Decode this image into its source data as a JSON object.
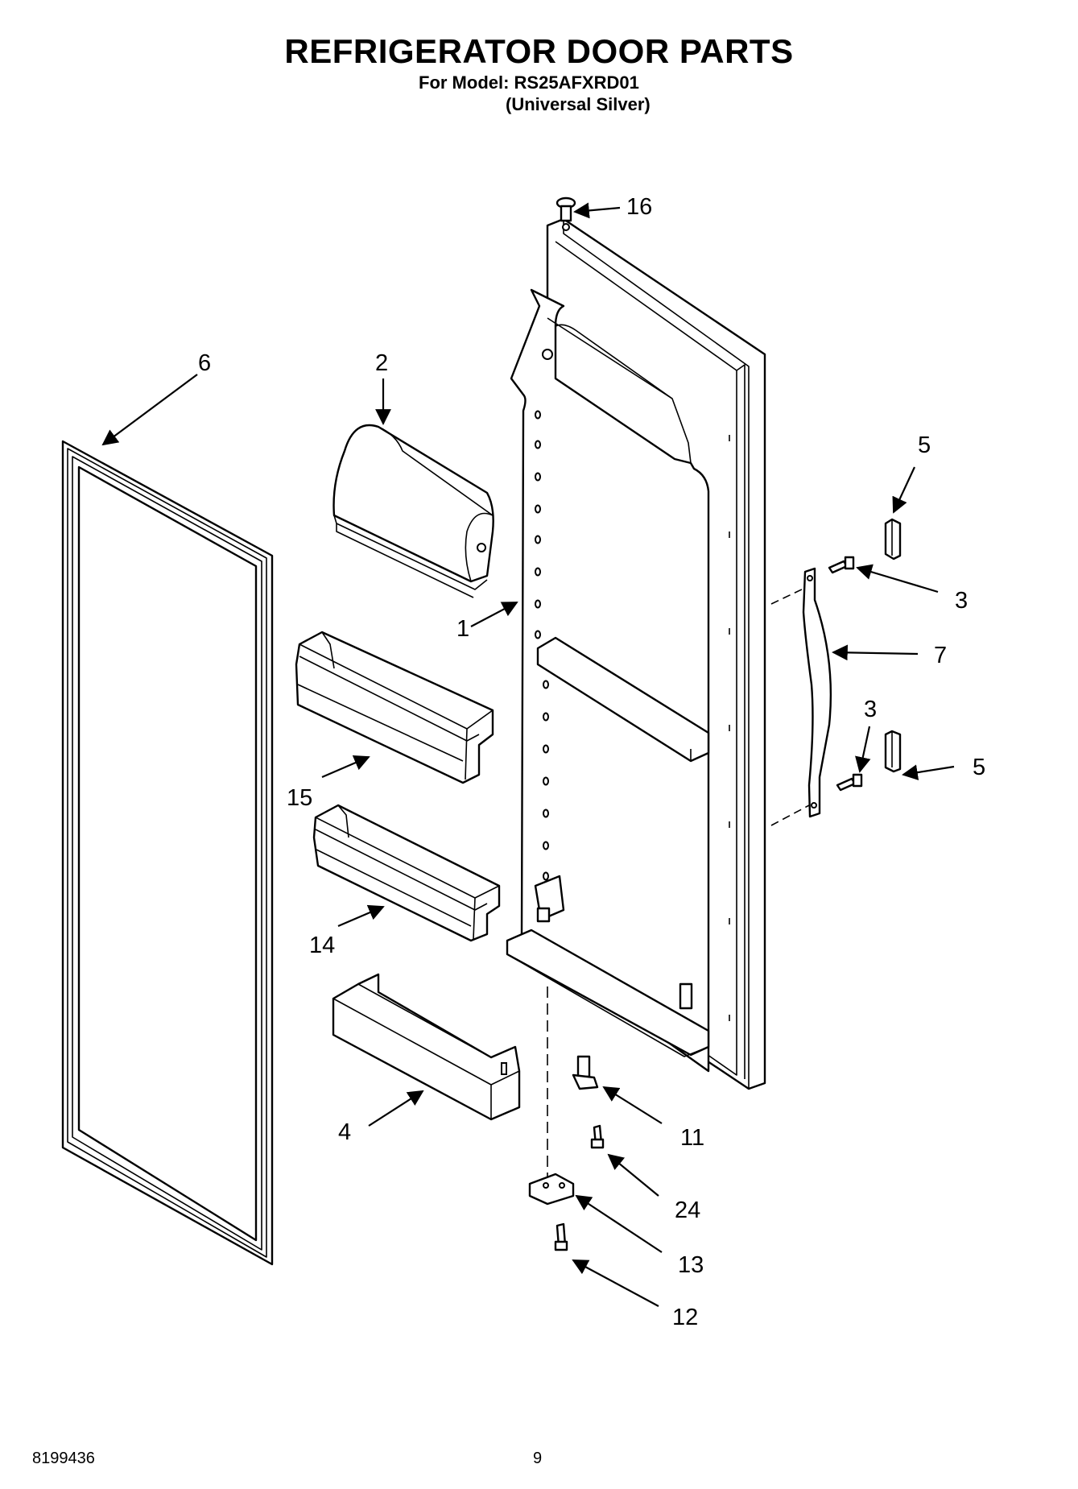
{
  "header": {
    "title": "REFRIGERATOR DOOR PARTS",
    "model_line": "For Model: RS25AFXRD01",
    "variant_line": "(Universal Silver)"
  },
  "footer": {
    "doc_number": "8199436",
    "page_number": "9"
  },
  "callouts": {
    "p16": "16",
    "p6": "6",
    "p2": "2",
    "p5a": "5",
    "p3a": "3",
    "p1": "1",
    "p7": "7",
    "p3b": "3",
    "p5b": "5",
    "p15": "15",
    "p14": "14",
    "p4": "4",
    "p11": "11",
    "p24": "24",
    "p13": "13",
    "p12": "12"
  }
}
